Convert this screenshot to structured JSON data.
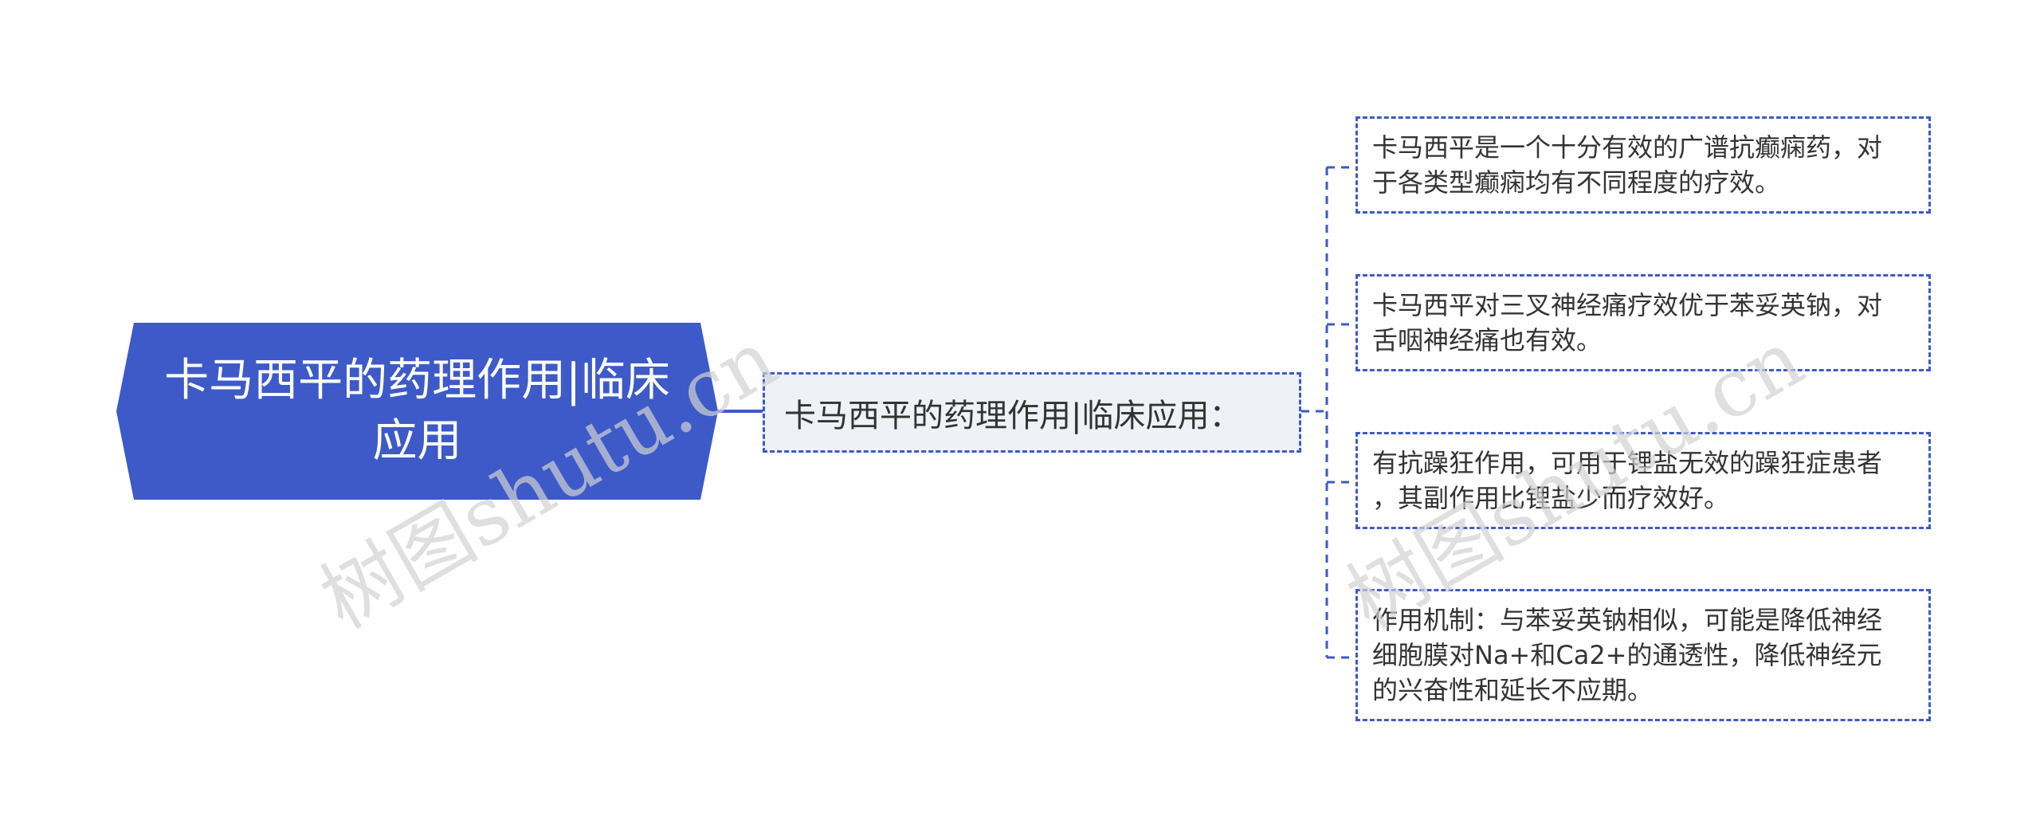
{
  "root": {
    "line1": "卡马西平的药理作用|临床",
    "line2": "应用"
  },
  "mid": {
    "label": "卡马西平的药理作用|临床应用："
  },
  "leaves": [
    {
      "lines": [
        "卡马西平是一个十分有效的广谱抗癫痫药，对",
        "于各类型癫痫均有不同程度的疗效。"
      ]
    },
    {
      "lines": [
        "卡马西平对三叉神经痛疗效优于苯妥英钠，对",
        "舌咽神经痛也有效。"
      ]
    },
    {
      "lines": [
        "有抗躁狂作用，可用于锂盐无效的躁狂症患者",
        "，其副作用比锂盐少而疗效好。"
      ]
    },
    {
      "lines": [
        "作用机制：与苯妥英钠相似，可能是降低神经",
        "细胞膜对Na+和Ca2+的通透性，降低神经元",
        "的兴奋性和延长不应期。"
      ]
    }
  ],
  "watermarks": [
    "树图shutu.cn",
    "树图shutu.cn"
  ],
  "colors": {
    "root_fill": "#3d5ac8",
    "mid_fill": "#eef1f6",
    "border": "#3d5ac8",
    "text": "#333333"
  }
}
